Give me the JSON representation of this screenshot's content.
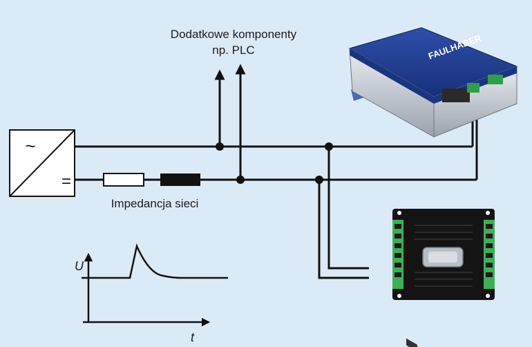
{
  "labels": {
    "extra_components_line1": "Dodatkowe komponenty",
    "extra_components_line2": "np. PLC",
    "grid_impedance": "Impedancja sieci",
    "ac_symbol": "~",
    "dc_symbol": "=",
    "axis_u": "U",
    "axis_t": "t"
  },
  "device_top": {
    "brand": "FAULHABER",
    "body_color": "#1f3a8a",
    "connector_color": "#2e9e4d"
  },
  "device_bottom": {
    "body_color": "#141414",
    "terminal_color": "#3fae57"
  },
  "colors": {
    "background": "#dbeaf7",
    "line": "#111111"
  }
}
